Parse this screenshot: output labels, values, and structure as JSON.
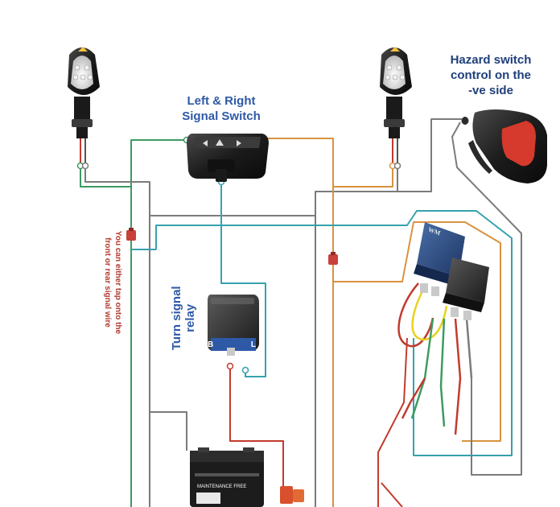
{
  "labels": {
    "hazard_switch": "Hazard switch\ncontrol on the\n-ve side",
    "signal_switch": "Left & Right\nSignal Switch",
    "turn_signal_relay": "Turn signal\nrelay",
    "tap_note": "You can either tap onto the\nfront or rear signal wire"
  },
  "relay_terminals": {
    "b": "B",
    "l": "L"
  },
  "battery_text": "MAINTENANCE FREE",
  "hazard_relay_brand": "WM",
  "colors": {
    "green": "#3f9a63",
    "teal": "#35a2ad",
    "orange": "#d9923e",
    "grey": "#7b7b7b",
    "red": "#c23b2e",
    "yellow": "#e8d21f",
    "label_blue": "#2e59a7",
    "note_red": "#b33a2e"
  },
  "components": [
    "left-indicator",
    "right-indicator",
    "signal-switch",
    "hazard-switch",
    "turn-signal-relay",
    "hazard-relay-pair",
    "battery"
  ]
}
